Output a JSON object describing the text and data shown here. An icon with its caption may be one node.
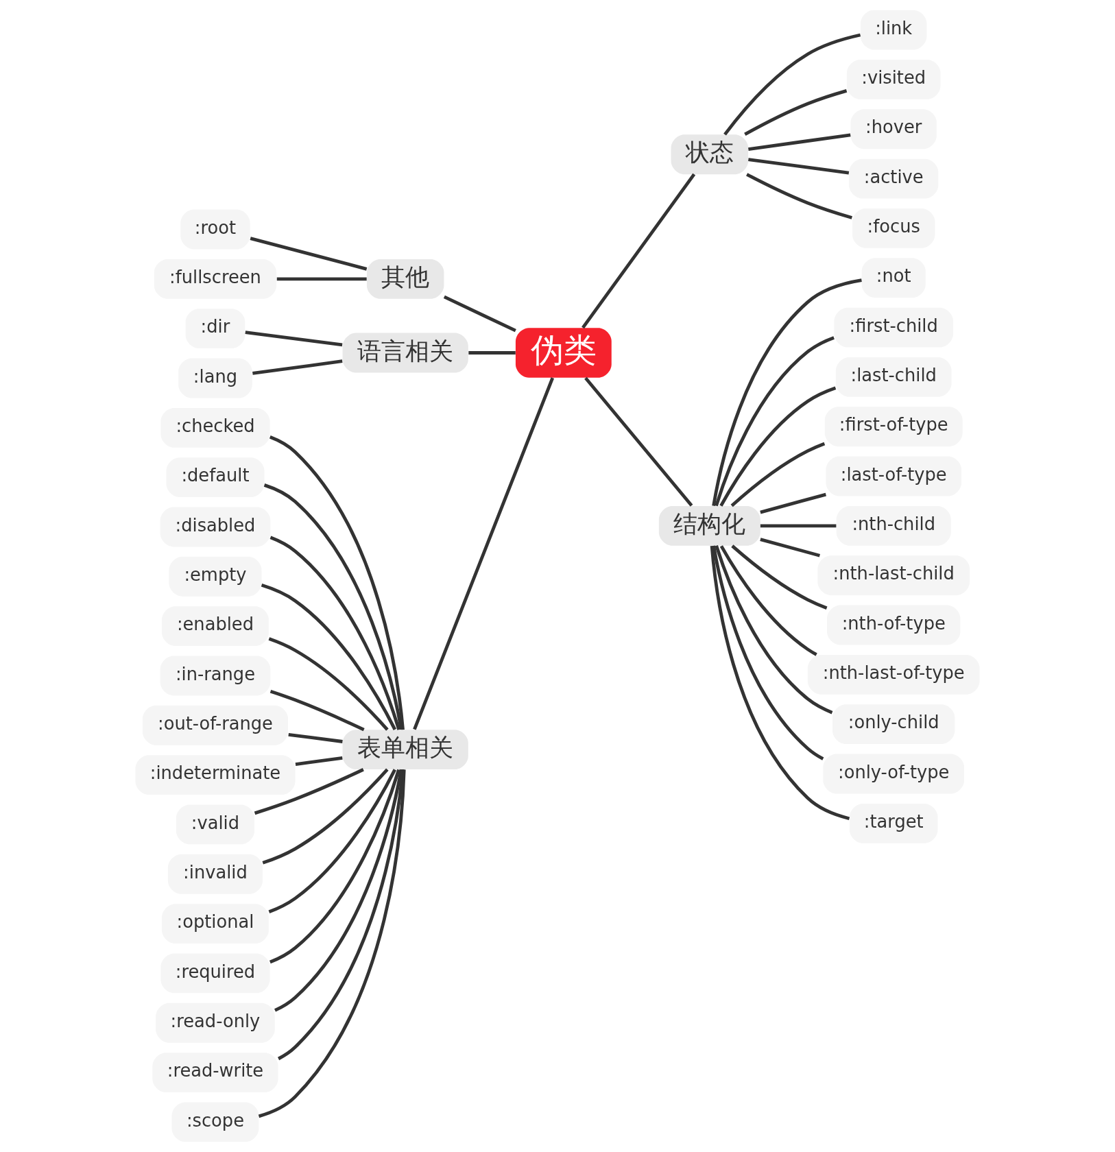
{
  "diagram": {
    "nodes": [
      {
        "text": [
          "伪类"
        ]
      },
      {
        "text": [
          "其他"
        ]
      },
      {
        "text": [
          ":root"
        ]
      },
      {
        "text": [
          ":fullscreen"
        ]
      },
      {
        "text": [
          "语言相关"
        ]
      },
      {
        "text": [
          ":dir"
        ]
      },
      {
        "text": [
          ":lang"
        ]
      },
      {
        "text": [
          "表单相关"
        ]
      },
      {
        "text": [
          ":checked"
        ]
      },
      {
        "text": [
          ":default"
        ]
      },
      {
        "text": [
          ":disabled"
        ]
      },
      {
        "text": [
          ":empty"
        ]
      },
      {
        "text": [
          ":enabled"
        ]
      },
      {
        "text": [
          ":in-range"
        ]
      },
      {
        "text": [
          ":out-of-range"
        ]
      },
      {
        "text": [
          ":indeterminate"
        ]
      },
      {
        "text": [
          ":valid"
        ]
      },
      {
        "text": [
          ":invalid"
        ]
      },
      {
        "text": [
          ":optional"
        ]
      },
      {
        "text": [
          ":required"
        ]
      },
      {
        "text": [
          ":read-only"
        ]
      },
      {
        "text": [
          ":read-write"
        ]
      },
      {
        "text": [
          ":scope"
        ]
      },
      {
        "text": [
          "状态"
        ]
      },
      {
        "text": [
          ":link"
        ]
      },
      {
        "text": [
          ":visited"
        ]
      },
      {
        "text": [
          ":hover"
        ]
      },
      {
        "text": [
          ":active"
        ]
      },
      {
        "text": [
          ":focus"
        ]
      },
      {
        "text": [
          "结构化"
        ]
      },
      {
        "text": [
          ":not"
        ]
      },
      {
        "text": [
          ":first-child"
        ]
      },
      {
        "text": [
          ":last-child"
        ]
      },
      {
        "text": [
          ":first-of-type"
        ]
      },
      {
        "text": [
          ":last-of-type"
        ]
      },
      {
        "text": [
          ":nth-child"
        ]
      },
      {
        "text": [
          ":nth-last-child"
        ]
      },
      {
        "text": [
          ":nth-of-type"
        ]
      },
      {
        "text": [
          ":nth-last-of-type"
        ]
      },
      {
        "text": [
          ":only-child"
        ]
      },
      {
        "text": [
          ":only-of-type"
        ]
      },
      {
        "text": [
          ":target"
        ]
      }
    ],
    "edges": [
      {
        "from": 0,
        "to": 1,
        "arrow": "none"
      },
      {
        "from": 1,
        "to": 2,
        "arrow": "none"
      },
      {
        "from": 1,
        "to": 3,
        "arrow": "none"
      },
      {
        "from": 0,
        "to": 4,
        "arrow": "none"
      },
      {
        "from": 4,
        "to": 5,
        "arrow": "none"
      },
      {
        "from": 4,
        "to": 6,
        "arrow": "none"
      },
      {
        "from": 0,
        "to": 7,
        "arrow": "none"
      },
      {
        "from": 7,
        "to": 8,
        "arrow": "none"
      },
      {
        "from": 7,
        "to": 9,
        "arrow": "none"
      },
      {
        "from": 7,
        "to": 10,
        "arrow": "none"
      },
      {
        "from": 7,
        "to": 11,
        "arrow": "none"
      },
      {
        "from": 7,
        "to": 12,
        "arrow": "none"
      },
      {
        "from": 7,
        "to": 13,
        "arrow": "none"
      },
      {
        "from": 7,
        "to": 14,
        "arrow": "none"
      },
      {
        "from": 7,
        "to": 15,
        "arrow": "none"
      },
      {
        "from": 7,
        "to": 16,
        "arrow": "none"
      },
      {
        "from": 7,
        "to": 17,
        "arrow": "none"
      },
      {
        "from": 7,
        "to": 18,
        "arrow": "none"
      },
      {
        "from": 7,
        "to": 19,
        "arrow": "none"
      },
      {
        "from": 7,
        "to": 20,
        "arrow": "none"
      },
      {
        "from": 7,
        "to": 21,
        "arrow": "none"
      },
      {
        "from": 7,
        "to": 22,
        "arrow": "none"
      },
      {
        "from": 0,
        "to": 23,
        "arrow": "none"
      },
      {
        "from": 23,
        "to": 24,
        "arrow": "none"
      },
      {
        "from": 23,
        "to": 25,
        "arrow": "none"
      },
      {
        "from": 23,
        "to": 26,
        "arrow": "none"
      },
      {
        "from": 23,
        "to": 27,
        "arrow": "none"
      },
      {
        "from": 23,
        "to": 28,
        "arrow": "none"
      },
      {
        "from": 0,
        "to": 29,
        "arrow": "none"
      },
      {
        "from": 29,
        "to": 30,
        "arrow": "none"
      },
      {
        "from": 29,
        "to": 31,
        "arrow": "none"
      },
      {
        "from": 29,
        "to": 32,
        "arrow": "none"
      },
      {
        "from": 29,
        "to": 33,
        "arrow": "none"
      },
      {
        "from": 29,
        "to": 34,
        "arrow": "none"
      },
      {
        "from": 29,
        "to": 35,
        "arrow": "none"
      },
      {
        "from": 29,
        "to": 36,
        "arrow": "none"
      },
      {
        "from": 29,
        "to": 37,
        "arrow": "none"
      },
      {
        "from": 29,
        "to": 38,
        "arrow": "none"
      },
      {
        "from": 29,
        "to": 39,
        "arrow": "none"
      },
      {
        "from": 29,
        "to": 40,
        "arrow": "none"
      },
      {
        "from": 29,
        "to": 41,
        "arrow": "none"
      }
    ]
  }
}
